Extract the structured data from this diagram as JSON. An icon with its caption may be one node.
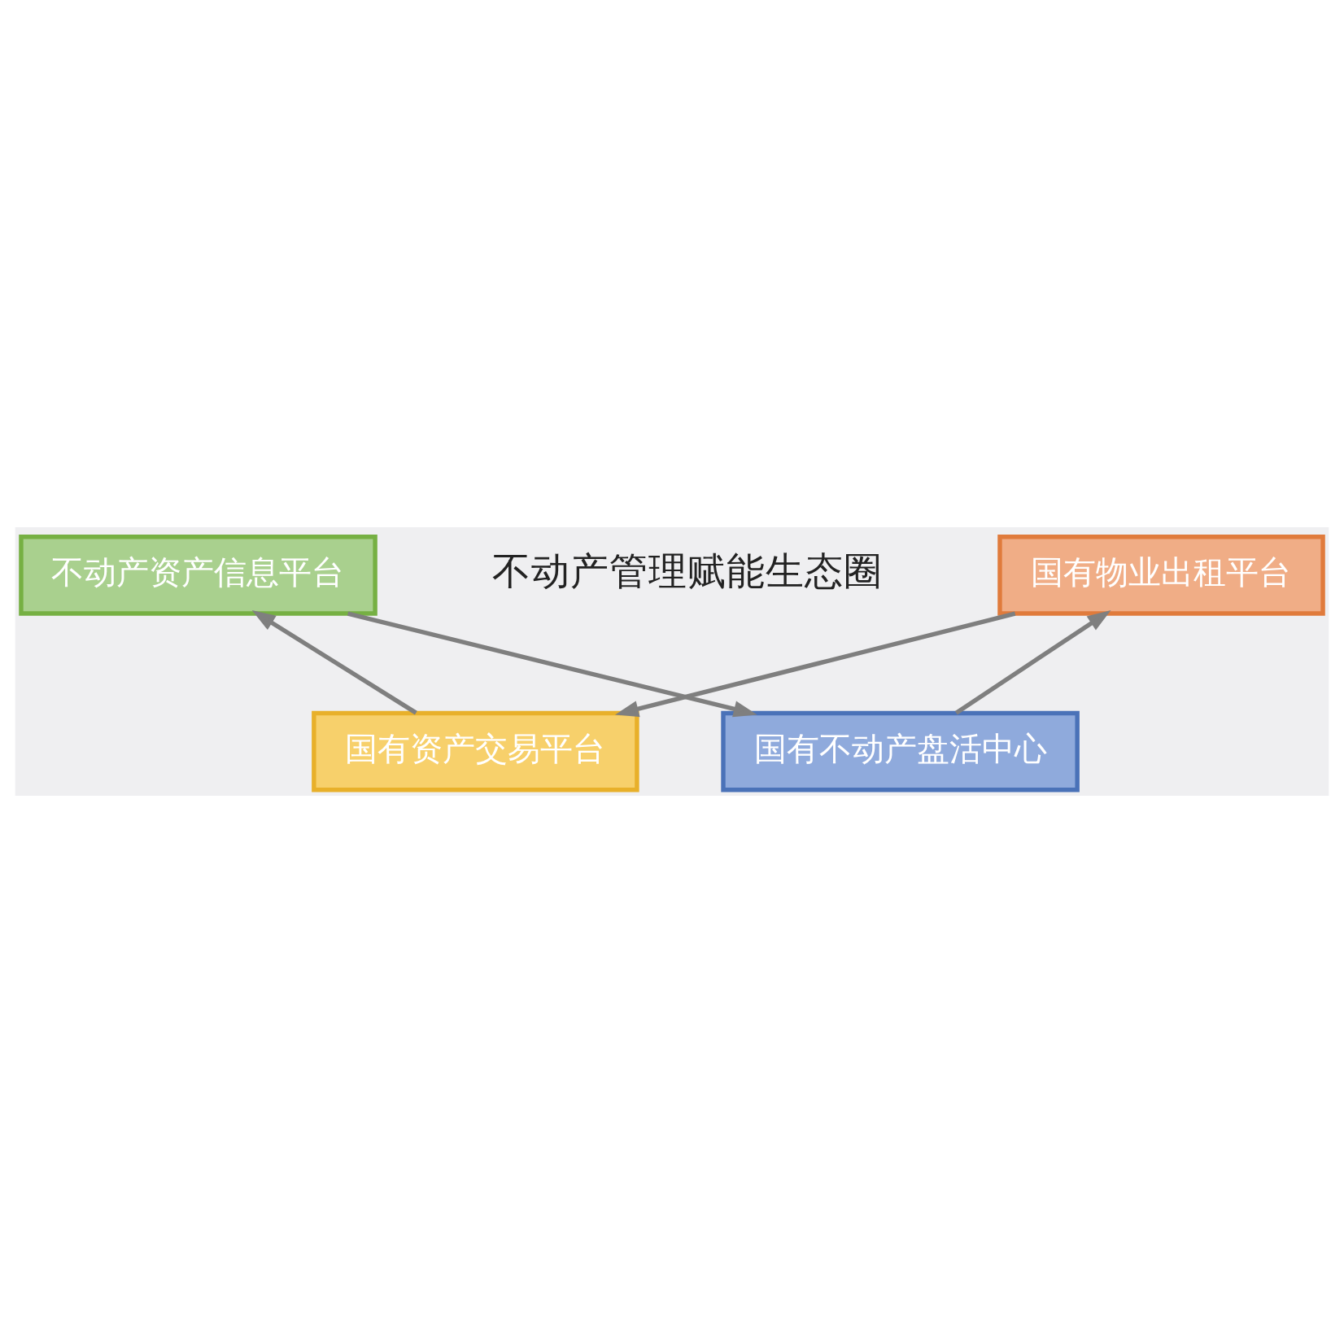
{
  "diagram": {
    "nodes": [
      {
        "text": [
          "不动产管理赋能生态圈"
        ]
      },
      {
        "text": [
          "国有不动产盘活中心"
        ]
      },
      {
        "text": [
          "国有物业出租平台"
        ]
      },
      {
        "text": [
          "国有资产交易平台"
        ]
      },
      {
        "text": [
          "不动产资产信息平台"
        ]
      }
    ],
    "edges": [
      {
        "from": 1,
        "to": 2,
        "arrow": "to"
      },
      {
        "from": 2,
        "to": 3,
        "arrow": "to"
      },
      {
        "from": 3,
        "to": 4,
        "arrow": "to"
      },
      {
        "from": 4,
        "to": 1,
        "arrow": "to"
      }
    ]
  }
}
